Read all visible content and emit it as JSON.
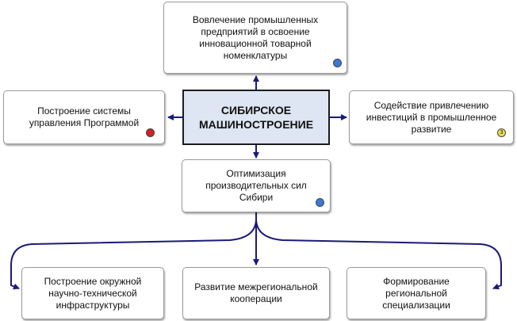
{
  "center": {
    "line1": "СИБИРСКОЕ",
    "line2": "МАШИНОСТРОЕНИЕ"
  },
  "nodes": {
    "top": {
      "text": "Вовлечение промышленных\nпредприятий в освоение\nинновационной товарной\nноменклатуры",
      "badge_color": "#3a78d8",
      "badge_label": ""
    },
    "left": {
      "text": "Построение системы\nуправления Программой",
      "badge_color": "#d42020",
      "badge_label": ""
    },
    "right": {
      "text": "Содействие привлечению\nинвестиций в промышленное\nразвитие",
      "badge_color": "#f0e050",
      "badge_label": "3"
    },
    "middle": {
      "text": "Оптимизация\nпроизводительных сил\nСибири",
      "badge_color": "#3a78d8",
      "badge_label": ""
    },
    "bottom_left": {
      "text": "Построение окружной\nнаучно-технической\nинфраструктуры"
    },
    "bottom_center": {
      "text": "Развитие межрегиональной\nкооперации"
    },
    "bottom_right": {
      "text": "Формирование\nрегиональной\nспециализации"
    }
  },
  "colors": {
    "connector": "#1a1a7a",
    "center_fill": "#dde6f2"
  }
}
